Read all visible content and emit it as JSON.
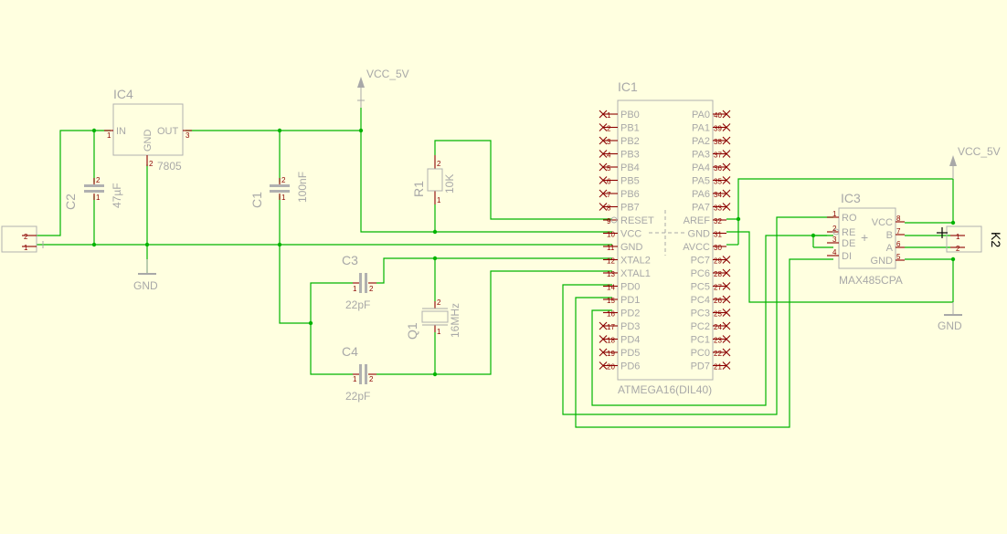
{
  "power": {
    "vcc1": "VCC_5V",
    "vcc2": "VCC_5V",
    "gnd1": "GND",
    "gnd2": "GND"
  },
  "ic4": {
    "name": "IC4",
    "value": "7805",
    "pin_in": "IN",
    "pin_out": "OUT",
    "pin_gnd": "GND",
    "n_in": "1",
    "n_out": "3",
    "n_gnd": "2"
  },
  "c2": {
    "name": "C2",
    "value": "47µF"
  },
  "c1": {
    "name": "C1",
    "value": "100nF"
  },
  "r1": {
    "name": "R1",
    "value": "10K"
  },
  "c3": {
    "name": "C3",
    "value": "22pF"
  },
  "c4": {
    "name": "C4",
    "value": "22pF"
  },
  "q1": {
    "name": "Q1",
    "value": "16MHz"
  },
  "k2": {
    "name": "K2"
  },
  "k1": {
    "name": ""
  },
  "ic1": {
    "name": "IC1",
    "value": "ATMEGA16(DIL40)",
    "left_pins": [
      {
        "label": "PB0",
        "num": "1"
      },
      {
        "label": "PB1",
        "num": "2"
      },
      {
        "label": "PB2",
        "num": "3"
      },
      {
        "label": "PB3",
        "num": "4"
      },
      {
        "label": "PB4",
        "num": "5"
      },
      {
        "label": "PB5",
        "num": "6"
      },
      {
        "label": "PB6",
        "num": "7"
      },
      {
        "label": "PB7",
        "num": "8"
      },
      {
        "label": "RESET",
        "num": "9"
      },
      {
        "label": "VCC",
        "num": "10"
      },
      {
        "label": "GND",
        "num": "11"
      },
      {
        "label": "XTAL2",
        "num": "12"
      },
      {
        "label": "XTAL1",
        "num": "13"
      },
      {
        "label": "PD0",
        "num": "14"
      },
      {
        "label": "PD1",
        "num": "15"
      },
      {
        "label": "PD2",
        "num": "16"
      },
      {
        "label": "PD3",
        "num": "17"
      },
      {
        "label": "PD4",
        "num": "18"
      },
      {
        "label": "PD5",
        "num": "19"
      },
      {
        "label": "PD6",
        "num": "20"
      }
    ],
    "right_pins": [
      {
        "label": "PA0",
        "num": "40"
      },
      {
        "label": "PA1",
        "num": "39"
      },
      {
        "label": "PA2",
        "num": "38"
      },
      {
        "label": "PA3",
        "num": "37"
      },
      {
        "label": "PA4",
        "num": "36"
      },
      {
        "label": "PA5",
        "num": "35"
      },
      {
        "label": "PA6",
        "num": "34"
      },
      {
        "label": "PA7",
        "num": "33"
      },
      {
        "label": "AREF",
        "num": "32"
      },
      {
        "label": "GND",
        "num": "31"
      },
      {
        "label": "AVCC",
        "num": "30"
      },
      {
        "label": "PC7",
        "num": "29"
      },
      {
        "label": "PC6",
        "num": "28"
      },
      {
        "label": "PC5",
        "num": "27"
      },
      {
        "label": "PC4",
        "num": "26"
      },
      {
        "label": "PC3",
        "num": "25"
      },
      {
        "label": "PC2",
        "num": "24"
      },
      {
        "label": "PC1",
        "num": "23"
      },
      {
        "label": "PC0",
        "num": "22"
      },
      {
        "label": "PD7",
        "num": "21"
      }
    ]
  },
  "ic3": {
    "name": "IC3",
    "value": "MAX485CPA",
    "left_pins": [
      {
        "label": "RO",
        "num": "1"
      },
      {
        "label": "RE",
        "num": "2"
      },
      {
        "label": "DE",
        "num": "3"
      },
      {
        "label": "DI",
        "num": "4"
      }
    ],
    "right_pins": [
      {
        "label": "VCC",
        "num": "8"
      },
      {
        "label": "B",
        "num": "7"
      },
      {
        "label": "A",
        "num": "6"
      },
      {
        "label": "GND",
        "num": "5"
      }
    ]
  }
}
